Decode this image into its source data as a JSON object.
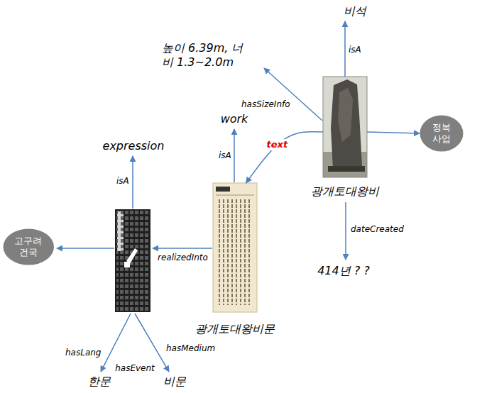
{
  "diagram": {
    "nodes": [
      {
        "text": [
          "광개토대왕비"
        ]
      },
      {
        "text": [
          "정복 사업"
        ]
      },
      {
        "text": [
          "광개토대왕비문"
        ]
      },
      {
        "text": [
          "고구려 건국"
        ]
      }
    ],
    "edges": [
      {
        "from": 0,
        "to": 1,
        "arrow": "to"
      },
      {
        "from": 0,
        "to": 2,
        "label": "text",
        "arrow": "to"
      }
    ],
    "labels": [
      "비석",
      "isA",
      "높이 6.39m, 너비 1.3~2.0m",
      "hasSizeInfo",
      "work",
      "isA",
      "expression",
      "isA",
      "realizedInto",
      "dateCreated",
      "414년 ? ?",
      "hasLang",
      "hasEvent",
      "hasMedium",
      "한문",
      "비문"
    ]
  }
}
